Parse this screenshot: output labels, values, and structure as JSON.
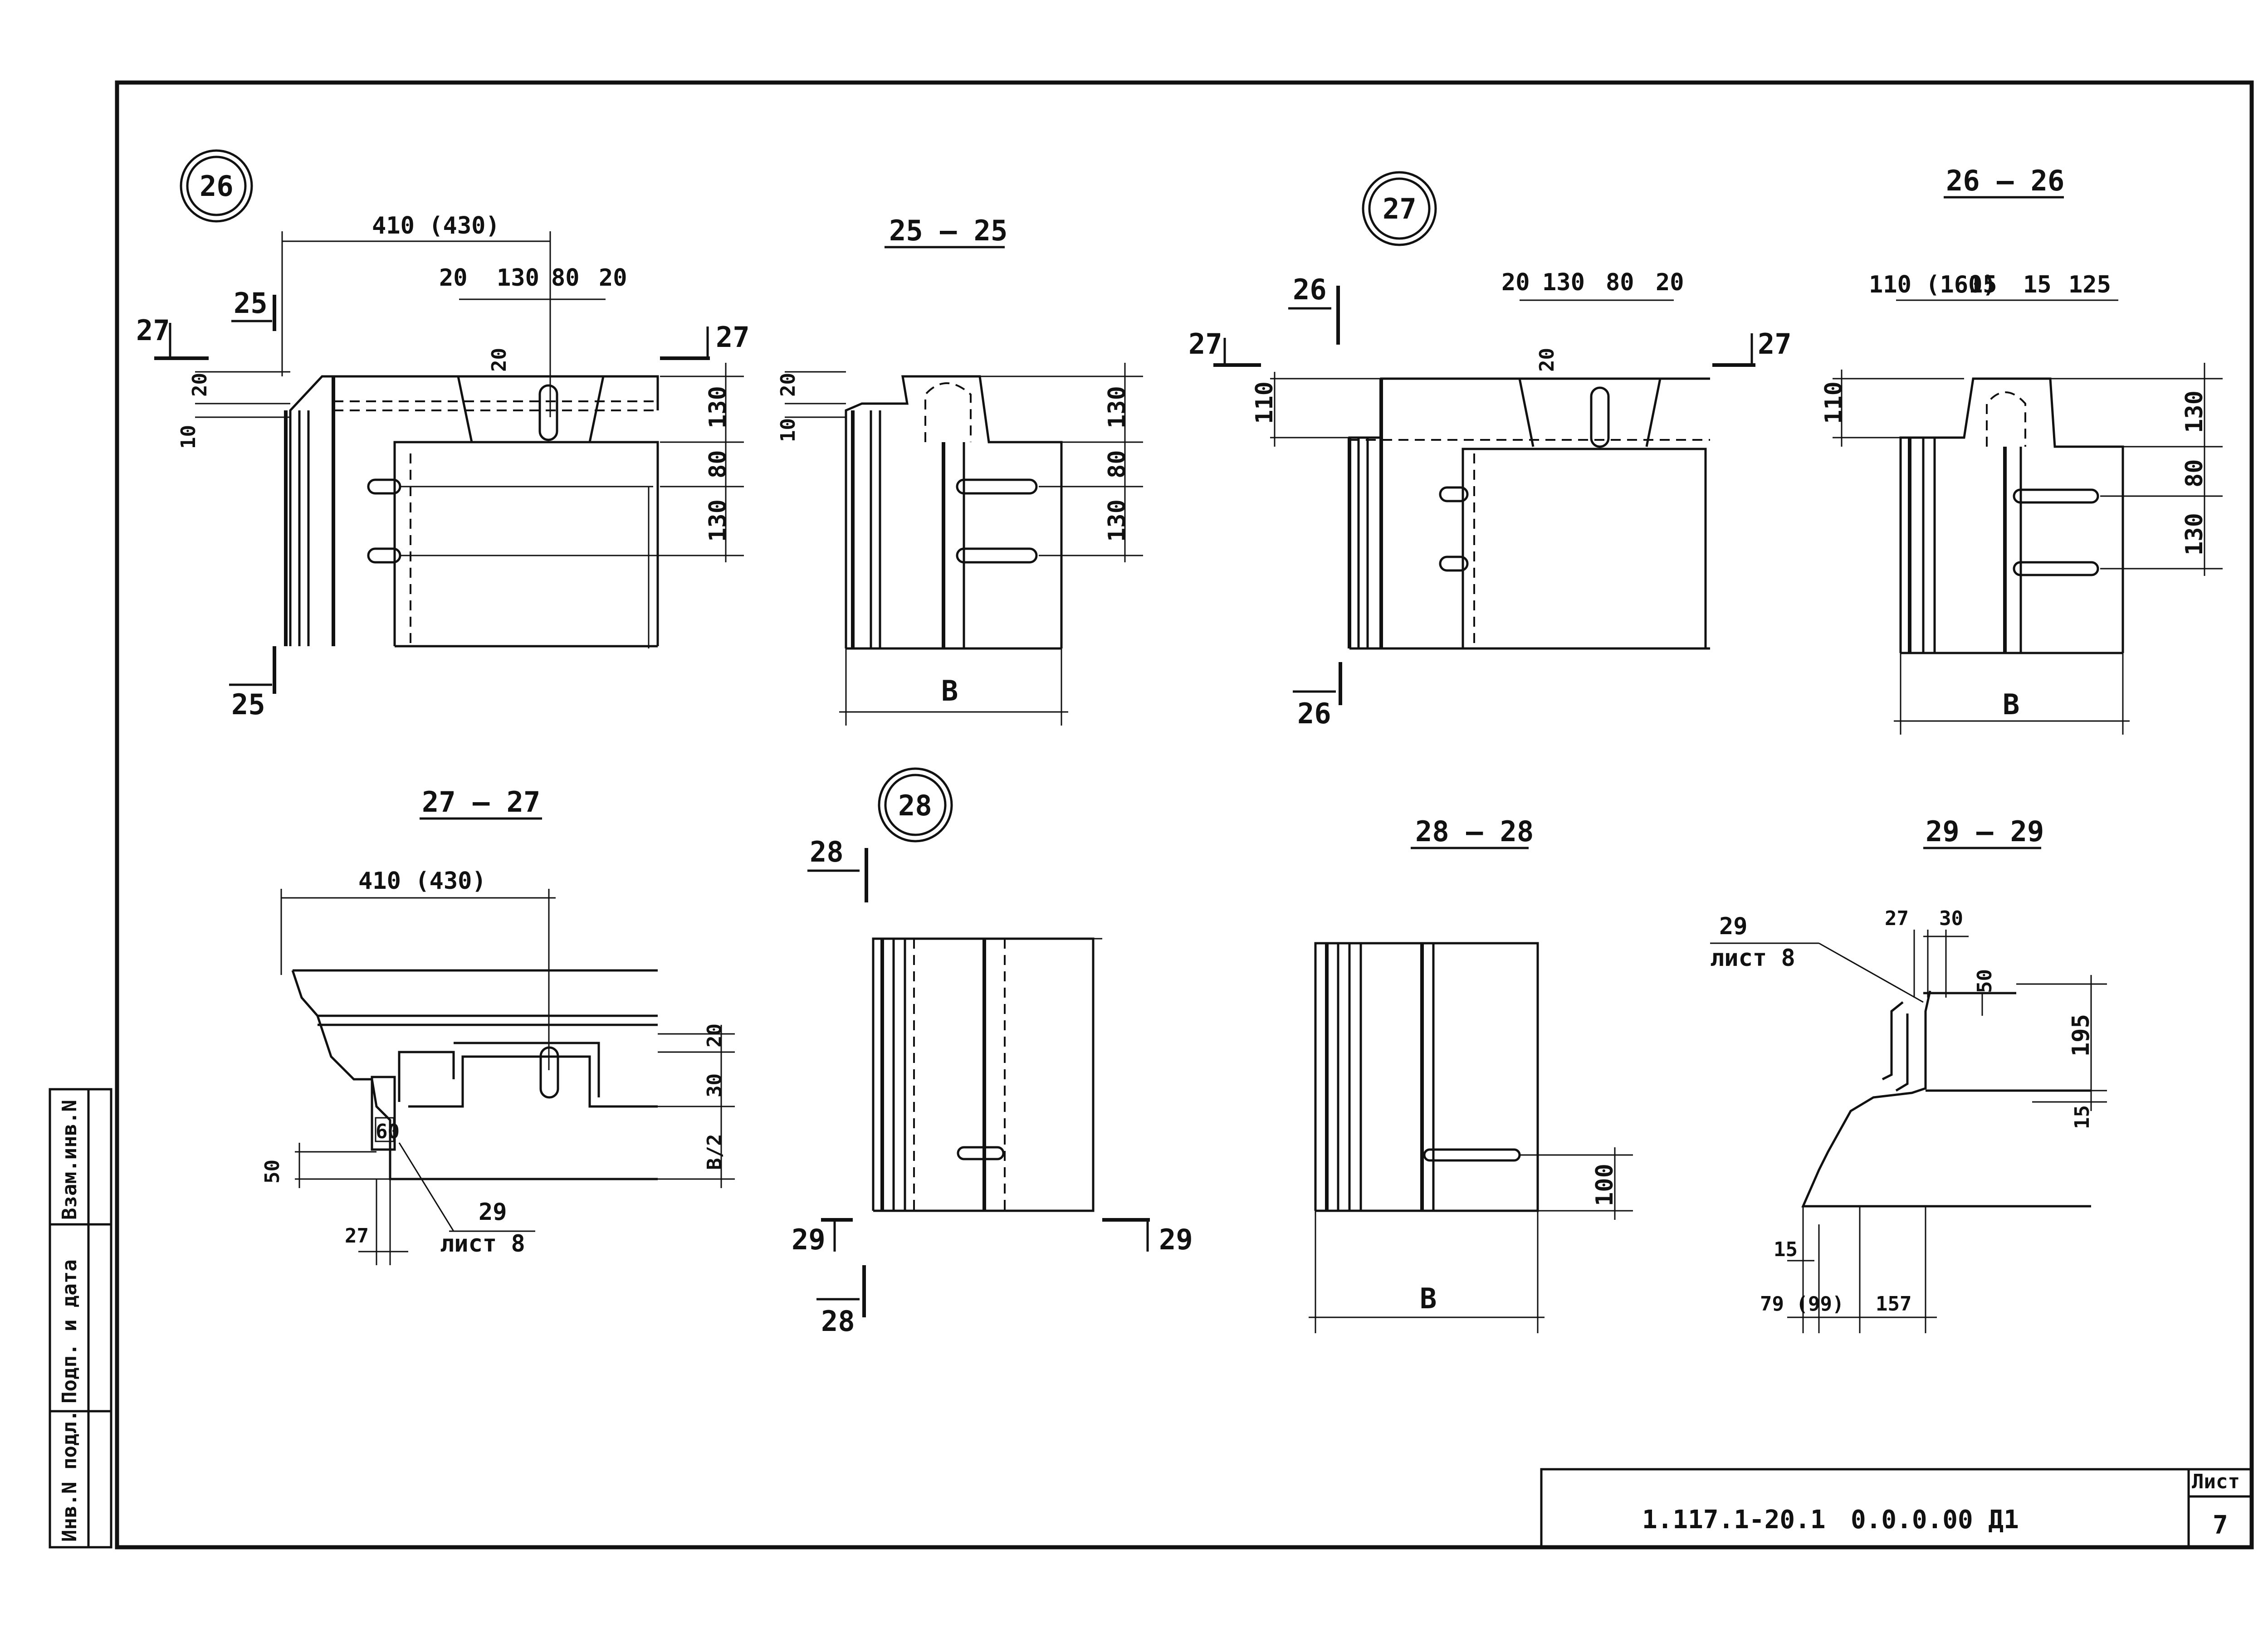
{
  "sheet": {
    "code": "1.117.1-20.1",
    "doc_code": "0.0.0.00 Д1",
    "sheet_label": "Лист",
    "sheet_number": "7"
  },
  "stamps": {
    "inv_podl": "Инв.N подл.",
    "podp_data": "Подп. и дата",
    "vzam_inv": "Взам.инв.N"
  },
  "nodes": {
    "n26": "26",
    "n27": "27",
    "n28": "28"
  },
  "sections": {
    "s25": "25 — 25",
    "s26": "26 — 26",
    "s27": "27 — 27",
    "s28": "28 — 28",
    "s29": "29 — 29"
  },
  "cut_marks": {
    "c25": "25",
    "c26": "26",
    "c27": "27",
    "c28": "28",
    "c29": "29"
  },
  "dims": {
    "d410_430": "410 (430)",
    "d20": "20",
    "d130": "130",
    "d80": "80",
    "d10": "10",
    "d110": "110",
    "d110_160": "110 (160)",
    "d15": "15",
    "d125": "125",
    "dB": "В",
    "dB2": "В/2",
    "d30": "30",
    "d50": "50",
    "d27": "27",
    "d100": "100",
    "d195": "195",
    "d79_99": "79 (99)",
    "d157": "157",
    "d29_sheet": "29",
    "d_list8": "лист 8",
    "d60": "60"
  }
}
